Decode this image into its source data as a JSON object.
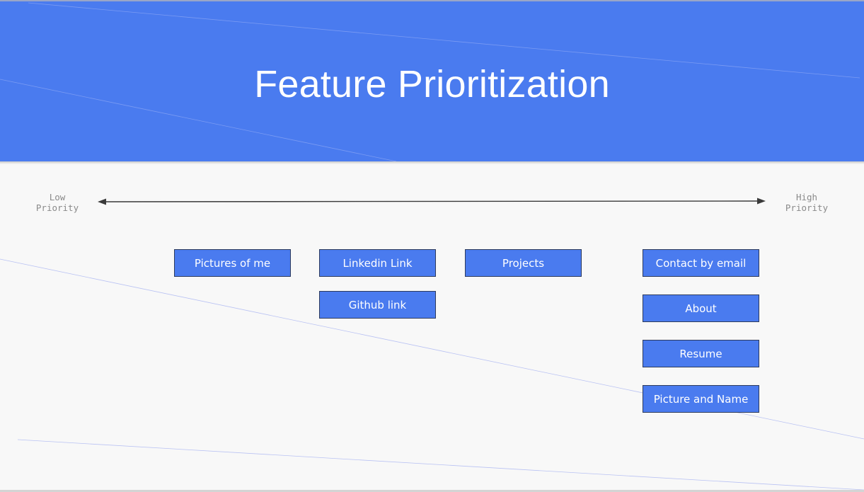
{
  "slide": {
    "title": "Feature Prioritization",
    "colors": {
      "header": "#4a7bef",
      "box": "#4a7bef",
      "box_border": "#2e3b5c",
      "background": "#f8f8f8",
      "axis_line": "#3a3a3a",
      "axis_label": "#8a8a8a"
    }
  },
  "axis": {
    "low_label_line1": "Low",
    "low_label_line2": "Priority",
    "high_label_line1": "High",
    "high_label_line2": "Priority"
  },
  "features": {
    "pictures_of_me": "Pictures of me",
    "linkedin_link": "Linkedin Link",
    "github_link": "Github link",
    "projects": "Projects",
    "contact_by_email": "Contact by email",
    "about": "About",
    "resume": "Resume",
    "picture_and_name": "Picture and Name"
  }
}
